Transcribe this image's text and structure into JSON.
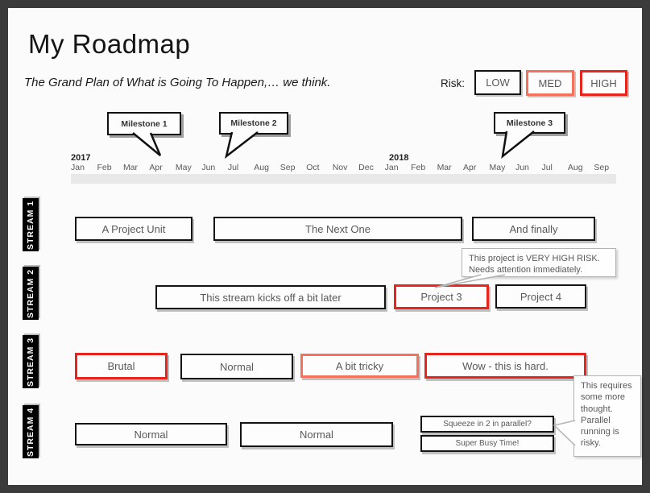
{
  "header": {
    "title": "My Roadmap",
    "subtitle": "The Grand Plan of What is Going To Happen,… we think."
  },
  "risk_legend": {
    "label": "Risk:",
    "levels": [
      {
        "label": "LOW",
        "risk": "low"
      },
      {
        "label": "MED",
        "risk": "med"
      },
      {
        "label": "HIGH",
        "risk": "high"
      }
    ]
  },
  "milestones": [
    {
      "label": "Milestone 1"
    },
    {
      "label": "Milestone 2"
    },
    {
      "label": "Milestone 3"
    }
  ],
  "timeline": {
    "years": [
      "2017",
      "2018"
    ],
    "months": [
      "Jan",
      "Feb",
      "Mar",
      "Apr",
      "May",
      "Jun",
      "Jul",
      "Aug",
      "Sep",
      "Oct",
      "Nov",
      "Dec",
      "Jan",
      "Feb",
      "Mar",
      "Apr",
      "May",
      "Jun",
      "Jul",
      "Aug",
      "Sep"
    ]
  },
  "streams": [
    {
      "label": "STREAM 1",
      "projects": [
        {
          "label": "A Project Unit",
          "risk": "low"
        },
        {
          "label": "The Next One",
          "risk": "low"
        },
        {
          "label": "And finally",
          "risk": "low"
        }
      ]
    },
    {
      "label": "STREAM 2",
      "projects": [
        {
          "label": "This stream kicks off a bit later",
          "risk": "low"
        },
        {
          "label": "Project 3",
          "risk": "high"
        },
        {
          "label": "Project 4",
          "risk": "low"
        }
      ]
    },
    {
      "label": "STREAM 3",
      "projects": [
        {
          "label": "Brutal",
          "risk": "high"
        },
        {
          "label": "Normal",
          "risk": "low"
        },
        {
          "label": "A bit tricky",
          "risk": "med"
        },
        {
          "label": "Wow - this is hard.",
          "risk": "high"
        }
      ]
    },
    {
      "label": "STREAM 4",
      "projects": [
        {
          "label": "Normal",
          "risk": "low"
        },
        {
          "label": "Normal",
          "risk": "low"
        },
        {
          "label": "Squeeze in 2 in parallel?",
          "risk": "low"
        },
        {
          "label": "Super Busy Time!",
          "risk": "low"
        }
      ]
    }
  ],
  "callouts": [
    {
      "text": "This project is VERY HIGH RISK. Needs attention immediately."
    },
    {
      "text": "This requires some more thought. Parallel running is risky."
    }
  ],
  "colors": {
    "risk_low_border": "#141414",
    "risk_med_border": "#f4715c",
    "risk_high_border": "#e8251c",
    "timeline_bar": "#e8e8e8",
    "stream_label_bg": "#000000",
    "box_text": "#595959"
  }
}
